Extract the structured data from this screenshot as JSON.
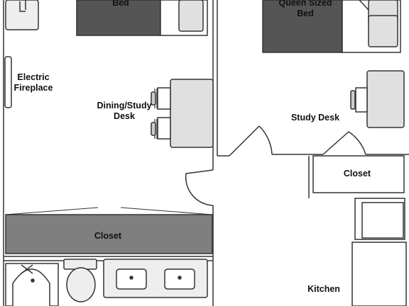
{
  "rooms": {
    "bed_left": "Bed",
    "bed_right": "Queen Sized\nBed",
    "fireplace": "Electric\nFireplace",
    "dining_desk": "Dining/Study\nDesk",
    "study_desk": "Study Desk",
    "closet_small": "Closet",
    "closet_large": "Closet",
    "kitchen": "Kitchen"
  },
  "colors": {
    "wall": "#333333",
    "bed_fill": "#555555",
    "closet_fill": "#7f7f7f",
    "furniture_fill": "#e0e0e0",
    "fixture_fill": "#eeeeee"
  }
}
